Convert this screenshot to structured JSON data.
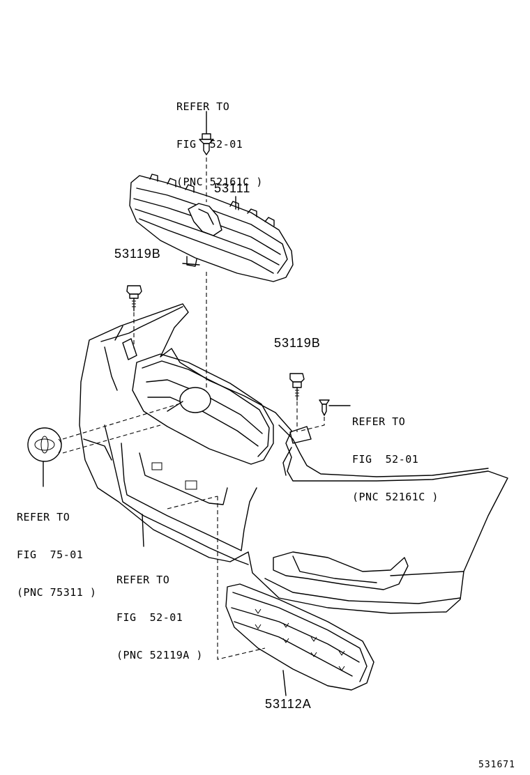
{
  "parts": {
    "grille_upper": "53111",
    "retainer_left": "53119B",
    "retainer_right": "53119B",
    "grille_lower": "53112A"
  },
  "refs": {
    "clip_top": {
      "l1": "REFER TO",
      "l2": "FIG  52-01",
      "l3": "(PNC 52161C )"
    },
    "clip_right": {
      "l1": "REFER TO",
      "l2": "FIG  52-01",
      "l3": "(PNC 52161C )"
    },
    "emblem": {
      "l1": "REFER TO",
      "l2": "FIG  75-01",
      "l3": "(PNC 75311 )"
    },
    "bumper": {
      "l1": "REFER TO",
      "l2": "FIG  52-01",
      "l3": "(PNC 52119A )"
    }
  },
  "figure_number": "531671"
}
